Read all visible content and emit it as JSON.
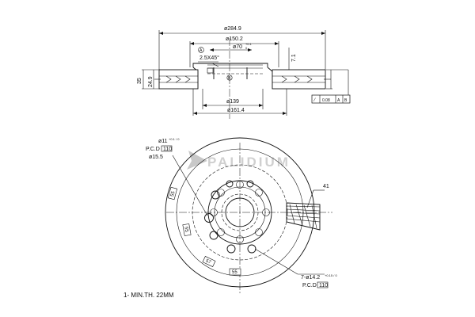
{
  "brand": {
    "name": "PALIDIUM"
  },
  "side_view": {
    "dims": {
      "outer_diameter": "ø284.9",
      "hat_diameter": "ø150.2",
      "center_bore": "ø70",
      "bore_tol_top": "+0.1",
      "bore_tol_bottom": "0",
      "chamfer": "2.5X45°",
      "hat_depth": "7.1",
      "total_height": "35",
      "disc_thickness": "24.9",
      "inner_diameter": "ø139",
      "vent_diameter": "ø161.4"
    },
    "datums": {
      "a": "A",
      "b": "B"
    },
    "tolerance_frame": {
      "symbol": "⁄",
      "value": "0.08",
      "ref1": "A",
      "ref2": "B"
    }
  },
  "front_view": {
    "small_hole": "ø11",
    "small_hole_tol": "+0.1 / 0",
    "pcd_label": "P.C.D",
    "pcd_boxed_value": "110",
    "hole_diameter": "ø15.5",
    "vane_count": "41",
    "angle_top": "55",
    "angle_left": "55",
    "angle_bottom_left": "57",
    "angle_bottom": "55",
    "bolt_holes": "7-ø14.2",
    "bolt_holes_tol": "+0.15 / 0",
    "pcd_bottom_label": "P.C.D",
    "pcd_bottom_value": "110"
  },
  "notes": {
    "min_thickness": "1- MIN.TH. 22MM"
  }
}
